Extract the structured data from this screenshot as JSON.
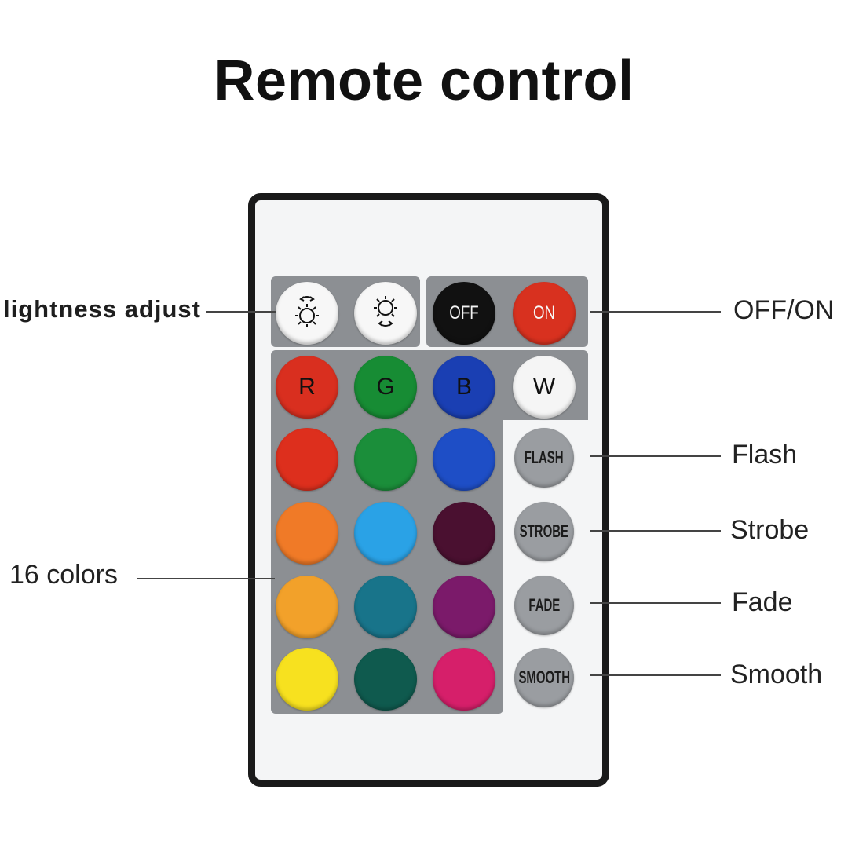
{
  "title": "Remote control",
  "top_row": {
    "brightness_up_icon": "brightness-up-icon",
    "brightness_down_icon": "brightness-down-icon",
    "off_label": "OFF",
    "on_label": "ON"
  },
  "rgbw": [
    {
      "label": "R",
      "color": "#d92f1f"
    },
    {
      "label": "G",
      "color": "#178c34"
    },
    {
      "label": "B",
      "color": "#1a3fb3"
    },
    {
      "label": "W",
      "color": "#f5f5f5"
    }
  ],
  "color_grid": [
    [
      "#dd2f1d",
      "#1b8e3a",
      "#1e4ec6"
    ],
    [
      "#f07a27",
      "#2aa2e6",
      "#4a1030"
    ],
    [
      "#f2a12a",
      "#18748a",
      "#7b1a6a"
    ],
    [
      "#f7e11f",
      "#0f5a4e",
      "#d61f6a"
    ]
  ],
  "modes": [
    "FLASH",
    "STROBE",
    "FADE",
    "SMOOTH"
  ],
  "callouts": {
    "lightness_adjust": "lightness adjust",
    "off_on": "OFF/ON",
    "flash": "Flash",
    "strobe": "Strobe",
    "fade": "Fade",
    "smooth": "Smooth",
    "sixteen_colors": "16 colors"
  }
}
